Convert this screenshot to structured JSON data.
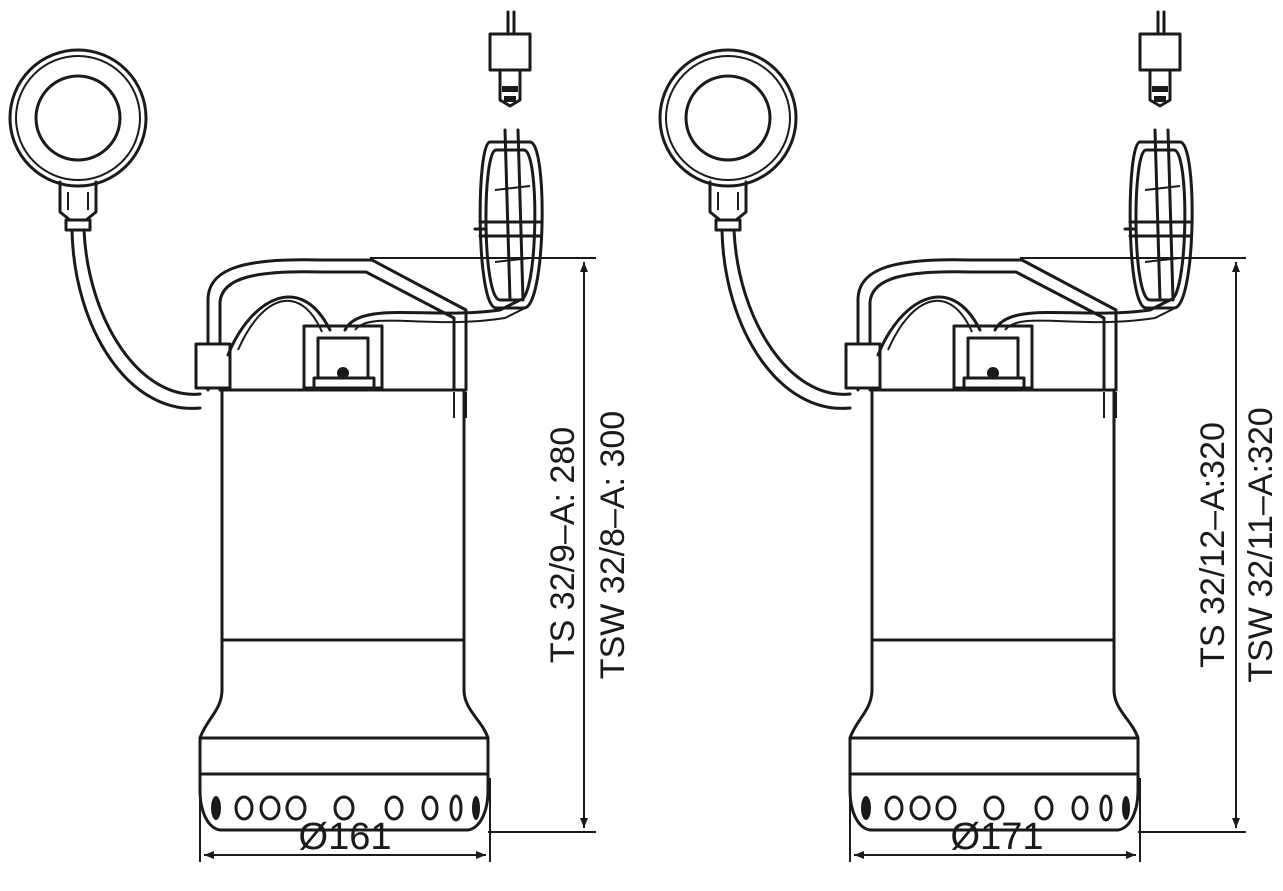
{
  "pumps": [
    {
      "diameter_label": "Ø161",
      "height_labels": [
        "TS 32/9–A: 280",
        "TSW 32/8–A: 300"
      ]
    },
    {
      "diameter_label": "Ø171",
      "height_labels": [
        "TS 32/12–A:320",
        "TSW 32/11–A:320"
      ]
    }
  ]
}
